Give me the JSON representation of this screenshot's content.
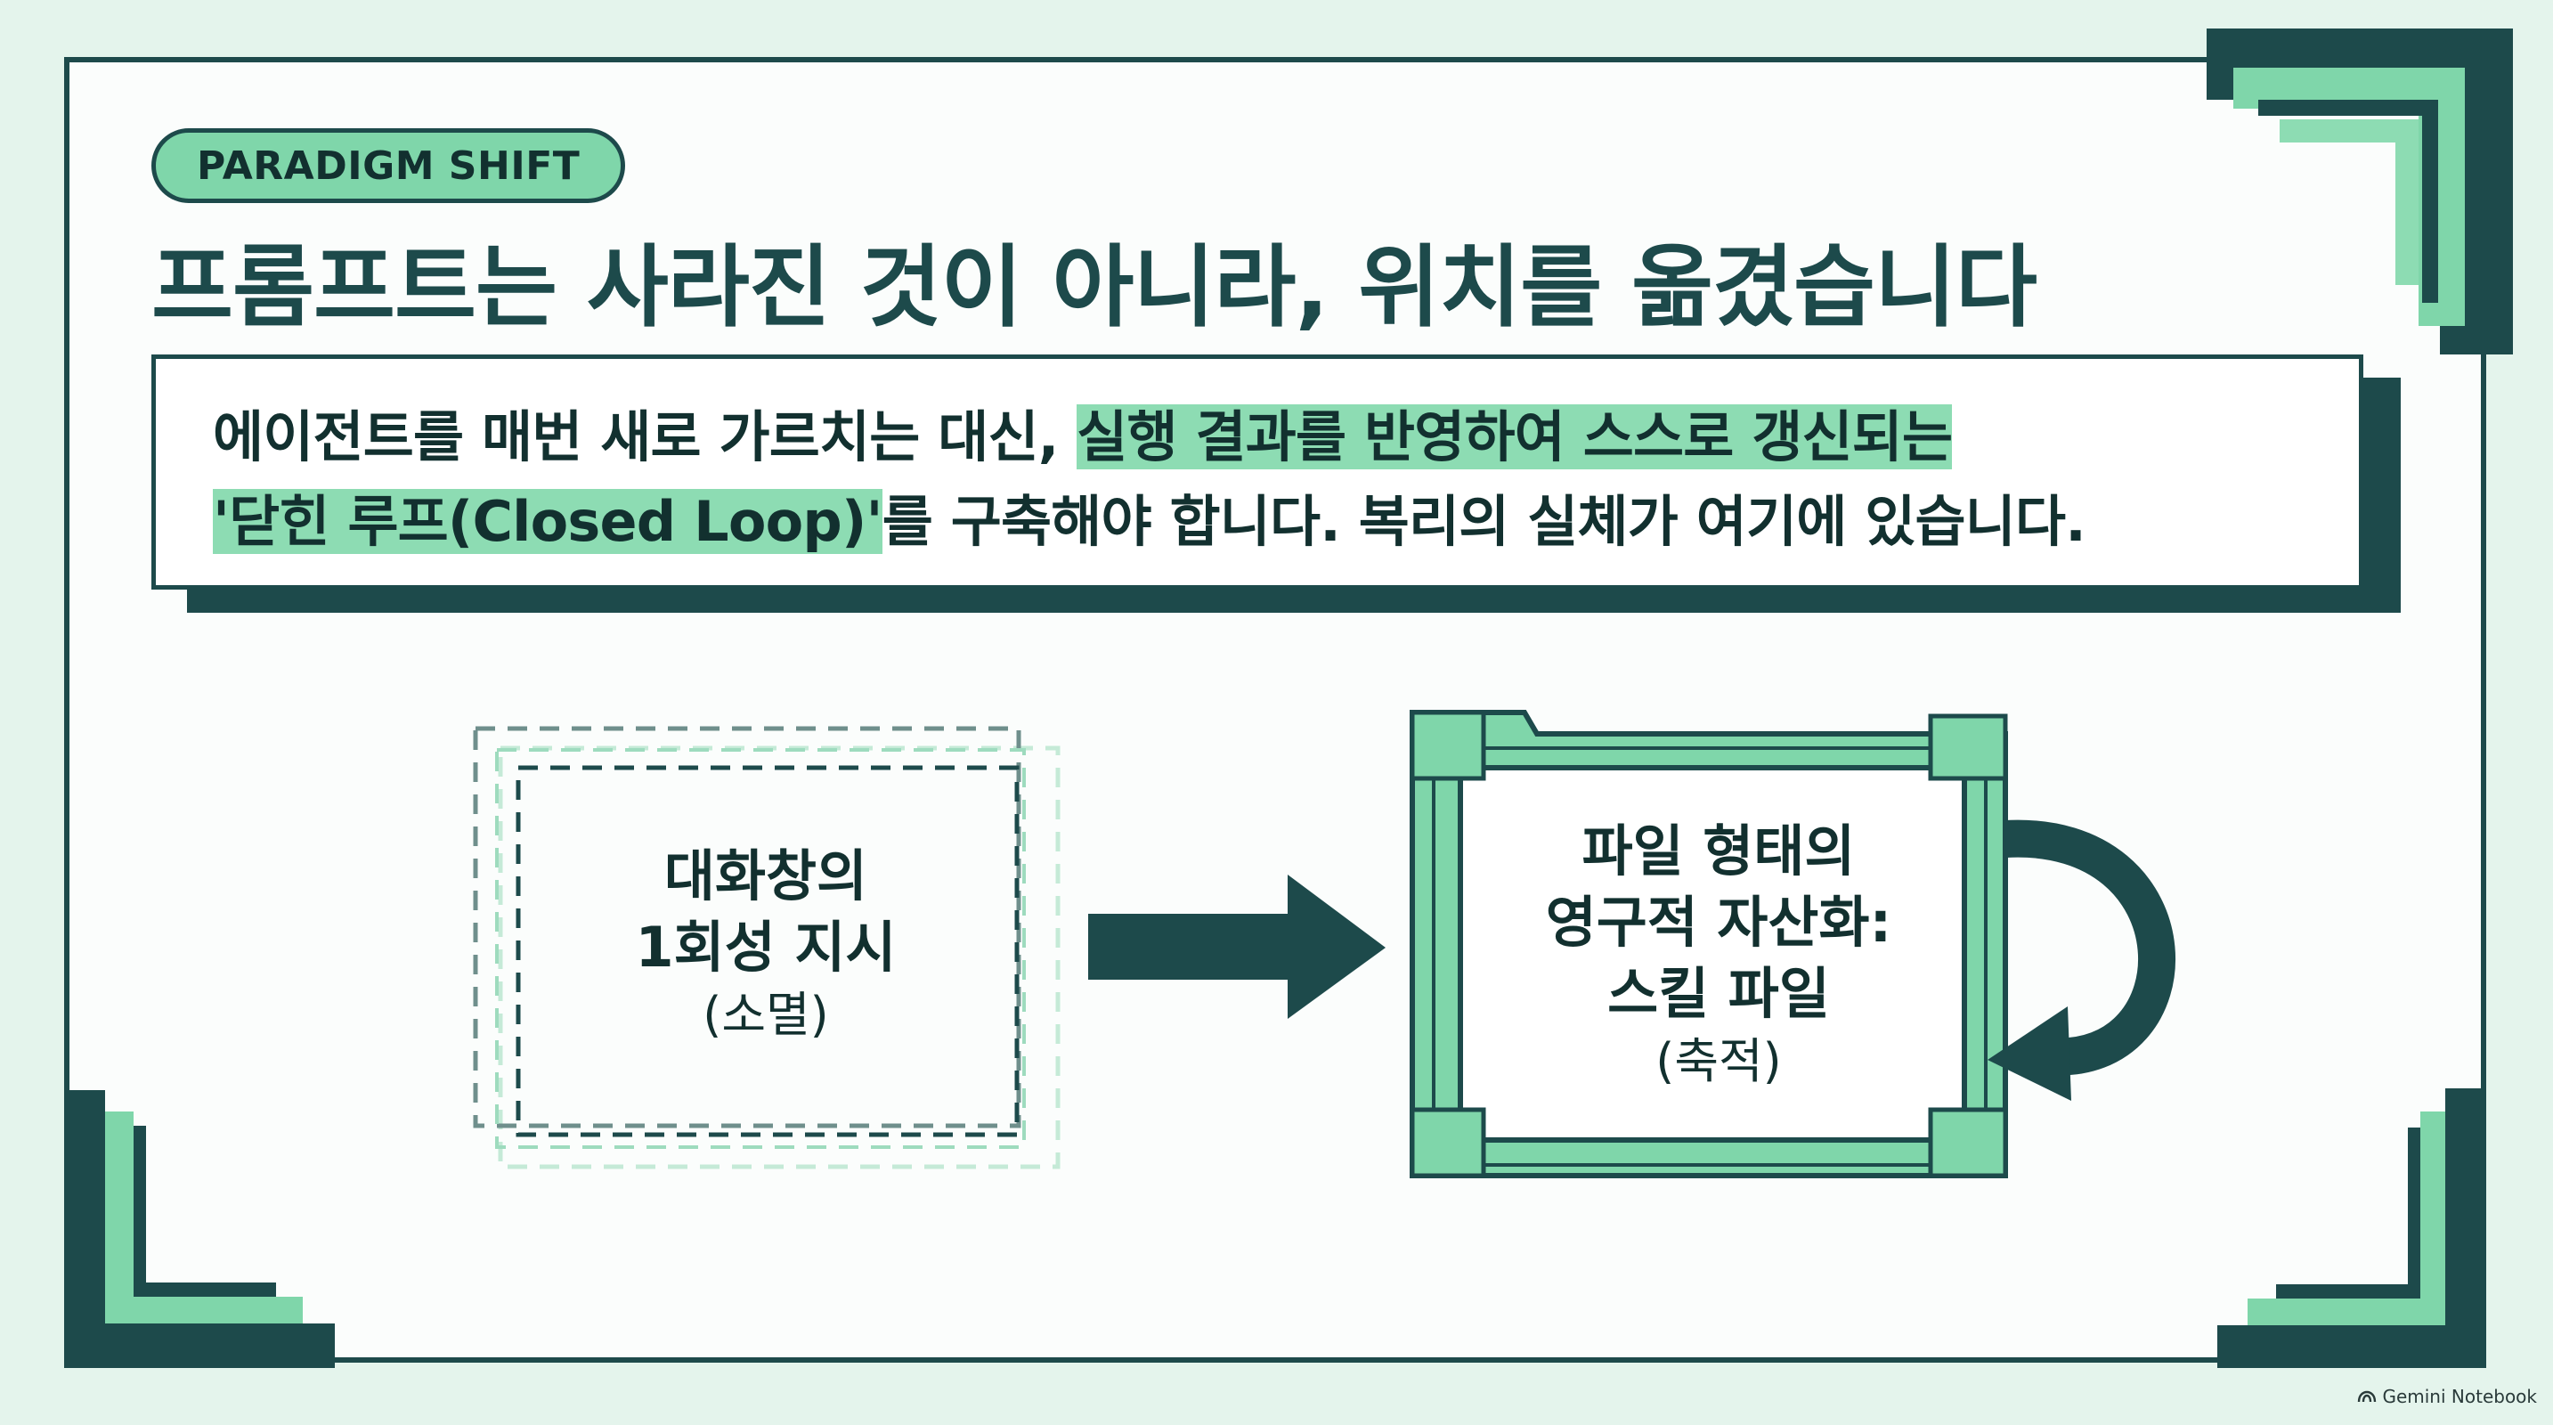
{
  "badge": "PARADIGM SHIFT",
  "title": "프롬프트는 사라진 것이 아니라, 위치를 옮겼습니다",
  "callout": {
    "line1_plain": "에이전트를 매번 새로 가르치는 대신, ",
    "line1_highlight": "실행 결과를 반영하여 스스로 갱신되는",
    "line2_highlight": "'닫힌 루프(Closed Loop)'",
    "line2_plain": "를 구축해야 합니다. 복리의 실체가 여기에 있습니다."
  },
  "left_box": {
    "line1": "대화창의",
    "line2": "1회성 지시",
    "sub": "(소멸)"
  },
  "right_box": {
    "line1": "파일 형태의",
    "line2": "영구적 자산화:",
    "line3": "스킬 파일",
    "sub": "(축적)"
  },
  "brand": "Gemini Notebook",
  "icons": [
    "arrow-right-icon",
    "loop-arrow-icon",
    "gemini-logo-icon"
  ],
  "colors": {
    "background": "#e4f4ec",
    "dark_teal": "#1d4a4b",
    "mint": "#7fd6aa",
    "highlight": "#8ddcb3"
  }
}
